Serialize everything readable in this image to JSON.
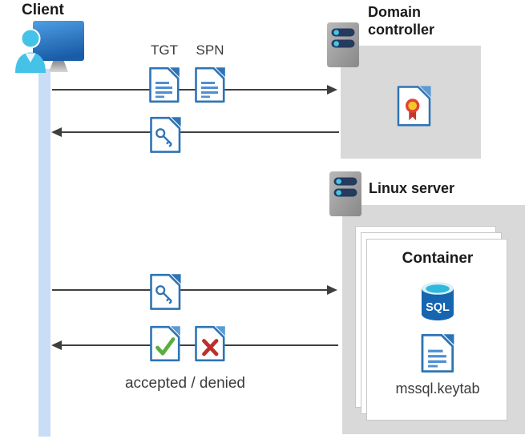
{
  "client": {
    "title": "Client"
  },
  "domain_controller": {
    "title": "Domain controller"
  },
  "linux_server": {
    "title": "Linux server"
  },
  "container": {
    "title": "Container",
    "sql_label": "SQL",
    "keytab_label": "mssql.keytab"
  },
  "flow": {
    "tgt_label": "TGT",
    "spn_label": "SPN",
    "result_label": "accepted / denied"
  },
  "icons": {
    "client": "monitor-with-user-icon",
    "domain_controller": "server-icon",
    "linux_server": "server-icon",
    "tgt": "document-lines-icon",
    "spn": "document-lines-icon",
    "service_ticket": "document-key-icon",
    "certificate": "document-certificate-icon",
    "accepted": "document-check-icon",
    "denied": "document-x-icon",
    "sql": "sql-database-icon",
    "keytab": "document-lines-icon"
  },
  "colors": {
    "doc_blue": "#2E74B5",
    "doc_line_blue": "#4E8FD3",
    "fold_light_blue": "#5B9BD5",
    "accent_cyan": "#45C2E8",
    "box_gray": "#D9D9D9",
    "arrow_gray": "#3F3F3F",
    "check_green": "#5CAD3F",
    "deny_red": "#BE2E2C",
    "sql_blue": "#1565B1",
    "lifeline_blue": "#C9DDF6"
  }
}
